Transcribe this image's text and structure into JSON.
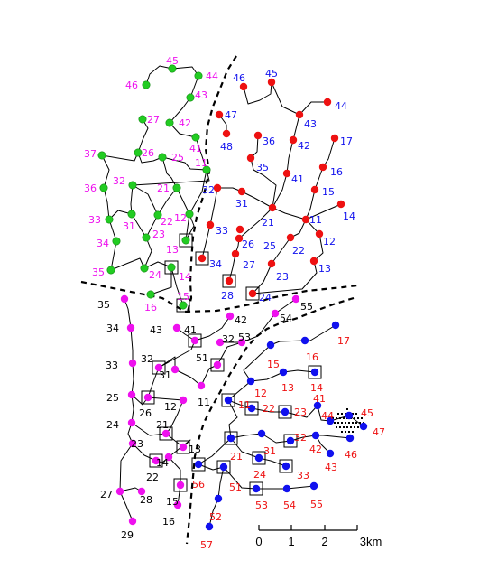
{
  "colors": {
    "green": "#22cc22",
    "red": "#ee1111",
    "blue": "#1111ee",
    "magenta": "#ee11ee",
    "line": "#000000",
    "label_dark": "#000000"
  },
  "scale": {
    "ticks": [
      "0",
      "1",
      "2",
      "3km"
    ]
  },
  "regions": [
    {
      "name": "northwest",
      "marker_color": "green",
      "label_color": "magenta",
      "nodes": [
        {
          "id": "45",
          "label": "45"
        },
        {
          "id": "46",
          "label": "46"
        },
        {
          "id": "44",
          "label": "44"
        },
        {
          "id": "43",
          "label": "43"
        },
        {
          "id": "42",
          "label": "42"
        },
        {
          "id": "27",
          "label": "27"
        },
        {
          "id": "41",
          "label": "41"
        },
        {
          "id": "37",
          "label": "37"
        },
        {
          "id": "26",
          "label": "26"
        },
        {
          "id": "25",
          "label": "25"
        },
        {
          "id": "11",
          "label": "11"
        },
        {
          "id": "36",
          "label": "36"
        },
        {
          "id": "32",
          "label": "32"
        },
        {
          "id": "21",
          "label": "21"
        },
        {
          "id": "33",
          "label": "33"
        },
        {
          "id": "31",
          "label": "31"
        },
        {
          "id": "22",
          "label": "22"
        },
        {
          "id": "12",
          "label": "12"
        },
        {
          "id": "34",
          "label": "34"
        },
        {
          "id": "23",
          "label": "23"
        },
        {
          "id": "13",
          "label": "13"
        },
        {
          "id": "35",
          "label": "35"
        },
        {
          "id": "24",
          "label": "24"
        },
        {
          "id": "14",
          "label": "14"
        },
        {
          "id": "16",
          "label": "16"
        },
        {
          "id": "15",
          "label": "15"
        }
      ]
    },
    {
      "name": "northeast",
      "marker_color": "red",
      "label_color": "blue",
      "nodes": [
        {
          "id": "46",
          "label": "46"
        },
        {
          "id": "45",
          "label": "45"
        },
        {
          "id": "44",
          "label": "44"
        },
        {
          "id": "47",
          "label": "47"
        },
        {
          "id": "43",
          "label": "43"
        },
        {
          "id": "48",
          "label": "48"
        },
        {
          "id": "36",
          "label": "36"
        },
        {
          "id": "42",
          "label": "42"
        },
        {
          "id": "17",
          "label": "17"
        },
        {
          "id": "35",
          "label": "35"
        },
        {
          "id": "16",
          "label": "16"
        },
        {
          "id": "41",
          "label": "41"
        },
        {
          "id": "32",
          "label": "32"
        },
        {
          "id": "15",
          "label": "15"
        },
        {
          "id": "31",
          "label": "31"
        },
        {
          "id": "14",
          "label": "14"
        },
        {
          "id": "21",
          "label": "21"
        },
        {
          "id": "11",
          "label": "11"
        },
        {
          "id": "33",
          "label": "33"
        },
        {
          "id": "25",
          "label": "25"
        },
        {
          "id": "12",
          "label": "12"
        },
        {
          "id": "26",
          "label": "26"
        },
        {
          "id": "22",
          "label": "22"
        },
        {
          "id": "34",
          "label": "34"
        },
        {
          "id": "27",
          "label": "27"
        },
        {
          "id": "13",
          "label": "13"
        },
        {
          "id": "23",
          "label": "23"
        },
        {
          "id": "28",
          "label": "28"
        },
        {
          "id": "24",
          "label": "24"
        }
      ]
    },
    {
      "name": "southwest",
      "marker_color": "magenta",
      "label_color": "label_dark",
      "nodes": [
        {
          "id": "35",
          "label": "35"
        },
        {
          "id": "42",
          "label": "42"
        },
        {
          "id": "34",
          "label": "34"
        },
        {
          "id": "43",
          "label": "43"
        },
        {
          "id": "41",
          "label": "41"
        },
        {
          "id": "54",
          "label": "54"
        },
        {
          "id": "55",
          "label": "55"
        },
        {
          "id": "53",
          "label": "53"
        },
        {
          "id": "32",
          "label": "32"
        },
        {
          "id": "33",
          "label": "33"
        },
        {
          "id": "32b",
          "label": "32"
        },
        {
          "id": "51",
          "label": "51"
        },
        {
          "id": "31",
          "label": "31"
        },
        {
          "id": "25",
          "label": "25"
        },
        {
          "id": "11",
          "label": "11"
        },
        {
          "id": "26",
          "label": "26"
        },
        {
          "id": "12",
          "label": "12"
        },
        {
          "id": "24",
          "label": "24"
        },
        {
          "id": "21",
          "label": "21"
        },
        {
          "id": "23",
          "label": "23"
        },
        {
          "id": "13",
          "label": "13"
        },
        {
          "id": "14",
          "label": "14"
        },
        {
          "id": "22",
          "label": "22"
        },
        {
          "id": "27",
          "label": "27"
        },
        {
          "id": "28",
          "label": "28"
        },
        {
          "id": "15",
          "label": "15"
        },
        {
          "id": "16",
          "label": "16"
        },
        {
          "id": "29",
          "label": "29"
        }
      ]
    },
    {
      "name": "southeast",
      "marker_color": "blue",
      "label_color": "red",
      "nodes": [
        {
          "id": "17",
          "label": "17"
        },
        {
          "id": "16",
          "label": "16"
        },
        {
          "id": "15",
          "label": "15"
        },
        {
          "id": "13",
          "label": "13"
        },
        {
          "id": "14",
          "label": "14"
        },
        {
          "id": "12",
          "label": "12"
        },
        {
          "id": "11",
          "label": "11"
        },
        {
          "id": "22",
          "label": "22"
        },
        {
          "id": "23",
          "label": "23"
        },
        {
          "id": "41",
          "label": "41"
        },
        {
          "id": "44",
          "label": "44"
        },
        {
          "id": "45",
          "label": "45"
        },
        {
          "id": "47",
          "label": "47"
        },
        {
          "id": "46",
          "label": "46"
        },
        {
          "id": "42",
          "label": "42"
        },
        {
          "id": "43",
          "label": "43"
        },
        {
          "id": "32",
          "label": "32"
        },
        {
          "id": "31",
          "label": "31"
        },
        {
          "id": "21",
          "label": "21"
        },
        {
          "id": "24",
          "label": "24"
        },
        {
          "id": "33",
          "label": "33"
        },
        {
          "id": "56",
          "label": "56"
        },
        {
          "id": "51",
          "label": "51"
        },
        {
          "id": "53",
          "label": "53"
        },
        {
          "id": "54",
          "label": "54"
        },
        {
          "id": "55",
          "label": "55"
        },
        {
          "id": "52",
          "label": "52"
        },
        {
          "id": "57",
          "label": "57"
        }
      ]
    }
  ]
}
